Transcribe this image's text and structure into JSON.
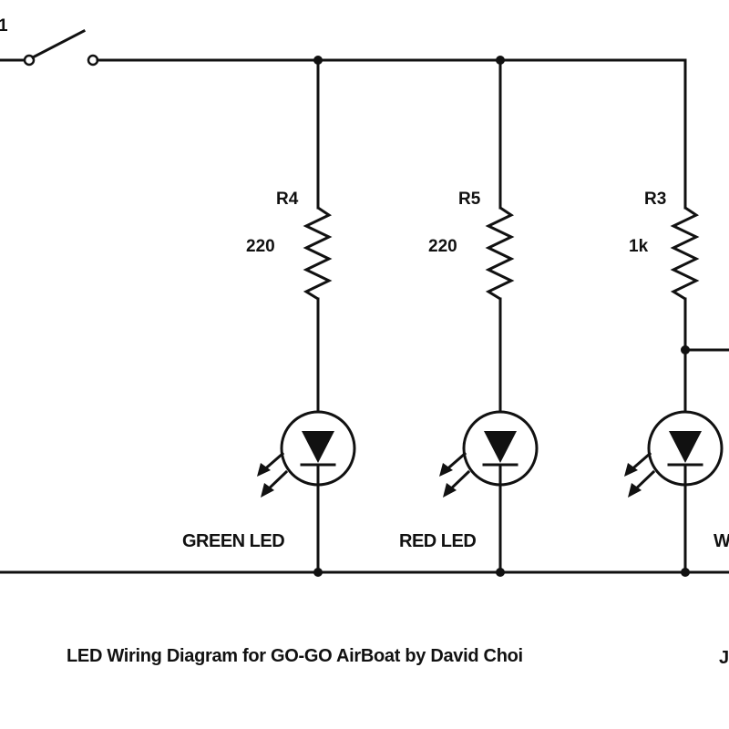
{
  "switch": {
    "label": "1"
  },
  "branches": [
    {
      "resistor_name": "R4",
      "resistor_value": "220",
      "led_label": "GREEN LED"
    },
    {
      "resistor_name": "R5",
      "resistor_value": "220",
      "led_label": "RED LED"
    },
    {
      "resistor_name": "R3",
      "resistor_value": "1k",
      "led_label": "W"
    }
  ],
  "caption": "LED Wiring Diagram for GO-GO AirBoat by David Choi",
  "corner_mark": "J"
}
